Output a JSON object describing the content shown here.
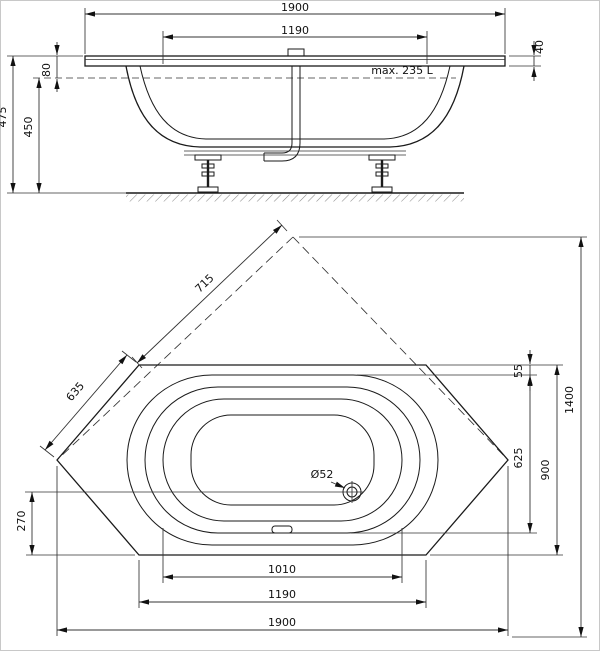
{
  "side_view": {
    "labels": {
      "total_width": "1900",
      "basin_width": "1190",
      "rim_thickness": "40",
      "rim_to_water": "80",
      "water_depth": "450",
      "total_height": "475",
      "capacity": "max. 235 L"
    }
  },
  "plan_view": {
    "labels": {
      "corner_wall": "715",
      "corner_edge": "635",
      "rim_width": "55",
      "center_to_top": "625",
      "tub_depth_y": "900",
      "corner_height": "1400",
      "drain_offset": "270",
      "basin_floor_width": "1010",
      "basin_width": "1190",
      "total_width": "1900",
      "drain_diameter": "Ø52"
    }
  }
}
